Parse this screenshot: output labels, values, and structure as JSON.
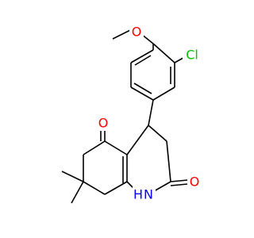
{
  "molecule": {
    "atom_labels": {
      "methoxy_oxygen": "O",
      "chlorine": "Cl",
      "ketone_oxygen": "O",
      "lactam_oxygen": "O",
      "amine_nitrogen": "N",
      "amine_hydrogen": "H"
    },
    "colors": {
      "bond": "#000000",
      "oxygen": "#ff0000",
      "chlorine": "#00c000",
      "nitrogen": "#0000ff"
    }
  }
}
